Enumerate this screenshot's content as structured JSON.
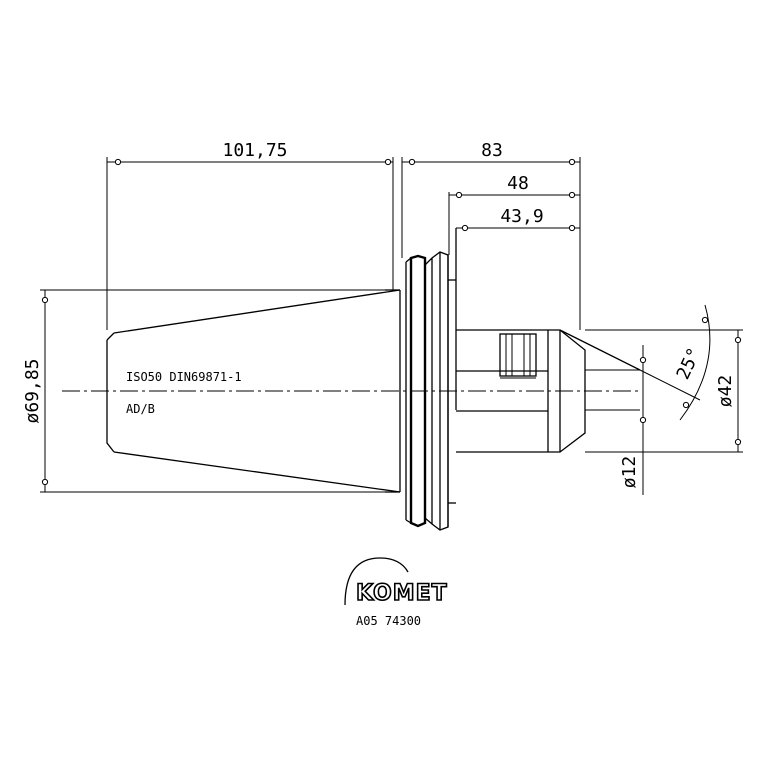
{
  "drawing": {
    "dimensions": {
      "length_left": "101,75",
      "length_total_right": "83",
      "length_48": "48",
      "length_43_9": "43,9",
      "dia_flange": "ø69,85",
      "dia_42": "ø42",
      "dia_12": "ø12",
      "angle": "25°"
    },
    "labels": {
      "standard": "ISO50 DIN69871-1",
      "form": "AD/B"
    },
    "logo": {
      "brand": "KOMET",
      "part_number": "A05 74300"
    }
  }
}
